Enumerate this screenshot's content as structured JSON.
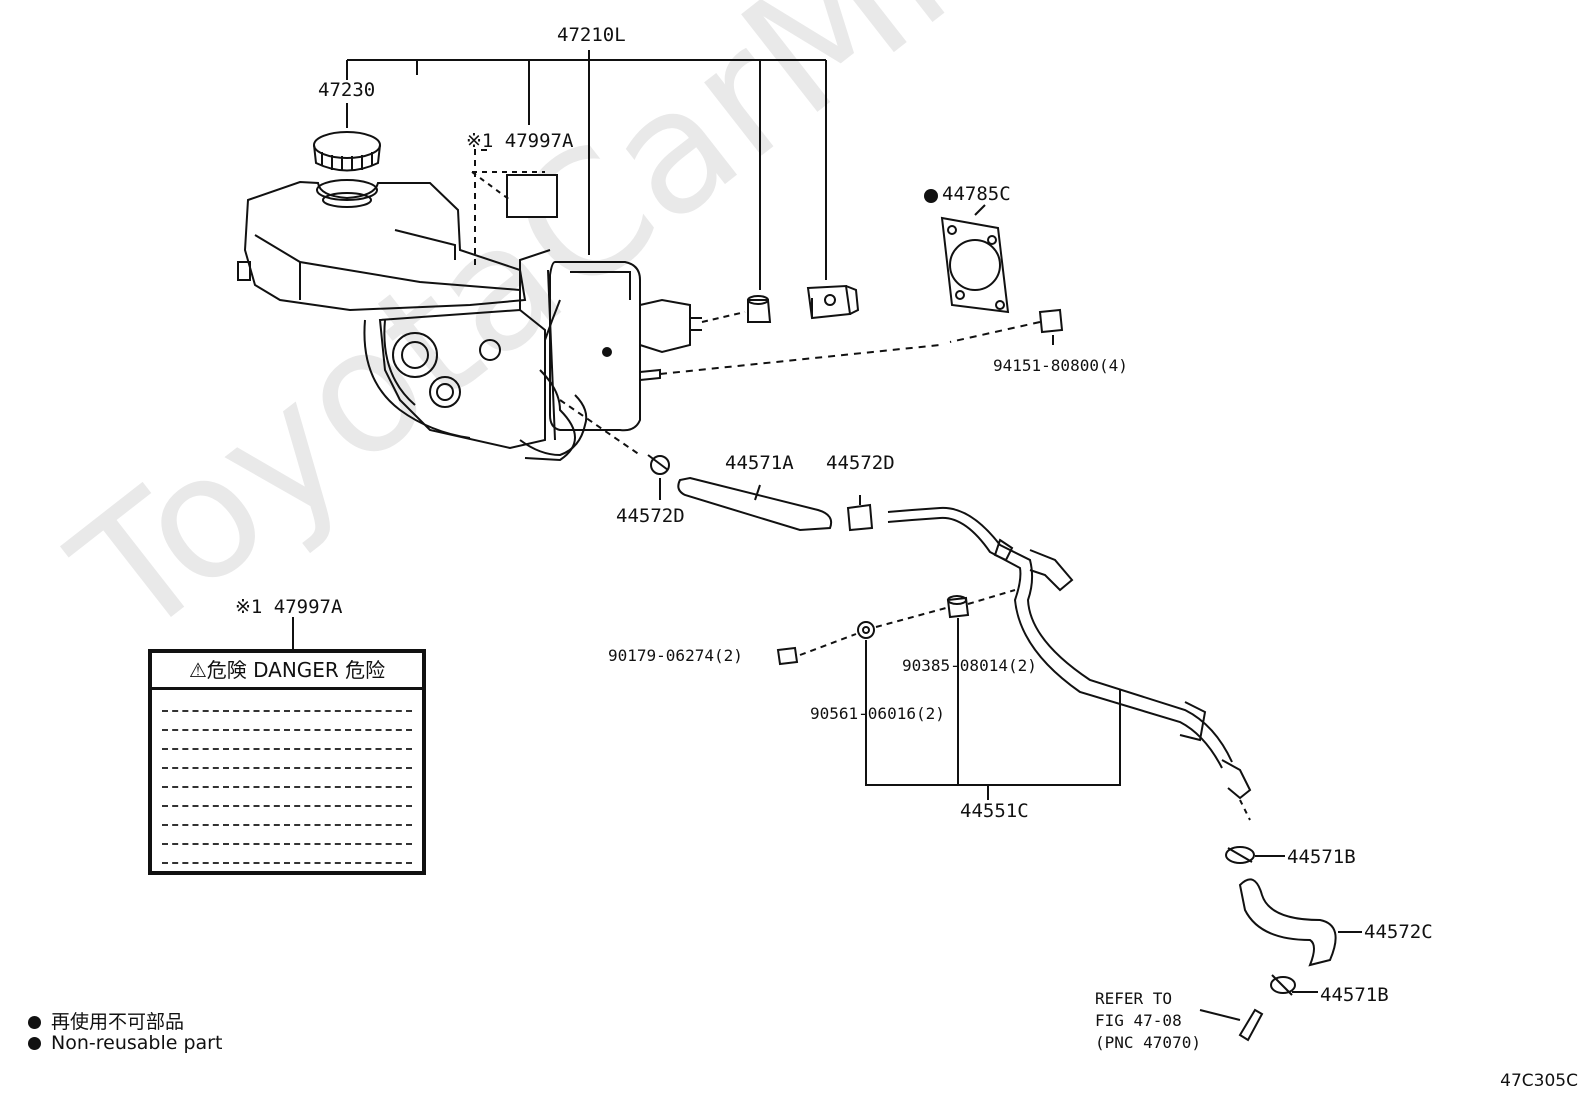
{
  "diagram": {
    "watermark": "ToyotaCarMine.ru",
    "figure_code": "47C305C",
    "labels": {
      "p47210L": "47210L",
      "p47230": "47230",
      "p47997A_top": "※1 47997A",
      "p44785C": "44785C",
      "p94151": "94151-80800(4)",
      "p44571A": "44571A",
      "p44572D_right": "44572D",
      "p44572D_left": "44572D",
      "p47997A_left": "※1 47997A",
      "p90179": "90179-06274(2)",
      "p90385": "90385-08014(2)",
      "p90561": "90561-06016(2)",
      "p44551C": "44551C",
      "p44571B_top": "44571B",
      "p44572C": "44572C",
      "p44571B_bottom": "44571B"
    },
    "danger_label": {
      "header": "⚠危険 DANGER 危险"
    },
    "refer": {
      "line1": "REFER TO",
      "line2": "FIG 47-08",
      "line3": "(PNC 47070)"
    },
    "legend": {
      "line1": "再使用不可部品",
      "line2": "Non-reusable part"
    }
  }
}
